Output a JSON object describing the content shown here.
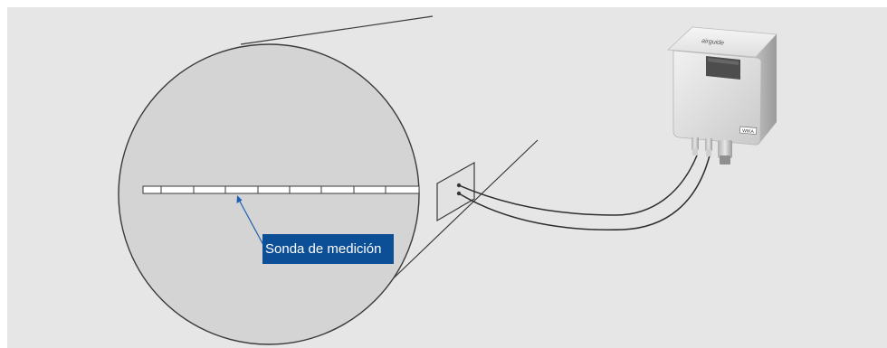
{
  "diagram": {
    "probe_label": "Sonda de medición",
    "device_brand": "airguide",
    "device_plate": "WIKA",
    "colors": {
      "panel": "#e6e6e6",
      "zoom_circle": "#d4d4d4",
      "label_bg": "#0d4f96",
      "arrow": "#1e5fb0",
      "lines": "#3a3a3a"
    }
  }
}
